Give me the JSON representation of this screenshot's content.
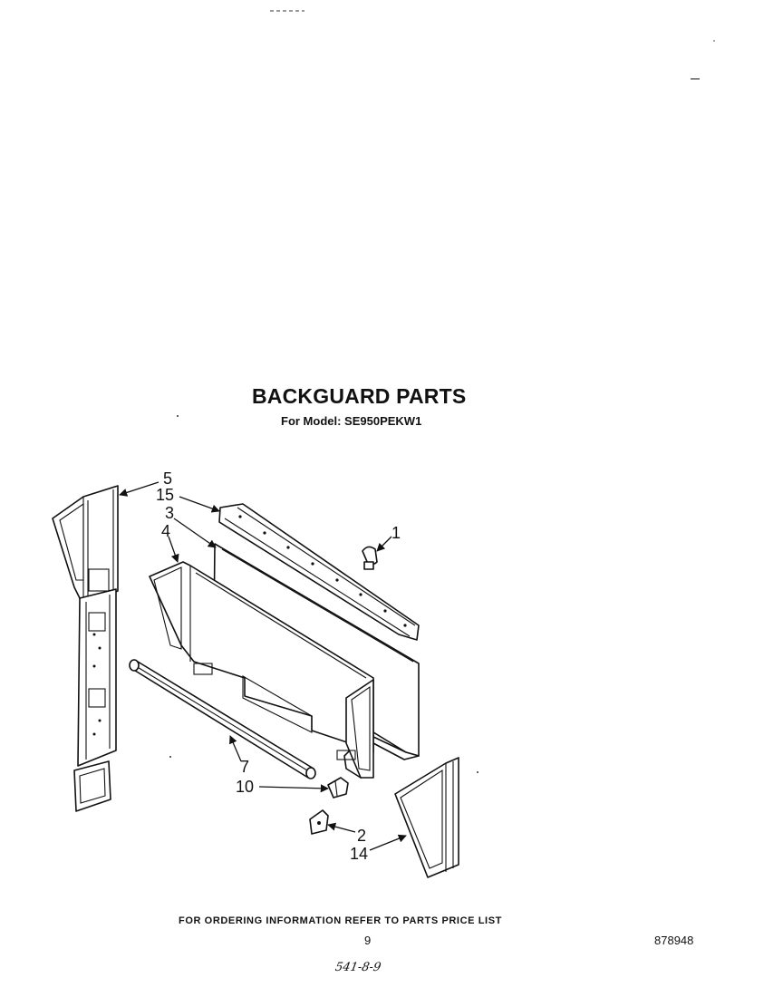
{
  "header": {
    "title": "BACKGUARD PARTS",
    "subtitle": "For Model: SE950PEKW1"
  },
  "callouts": {
    "c5": "5",
    "c15": "15",
    "c3": "3",
    "c4": "4",
    "c1": "1",
    "c7": "7",
    "c10": "10",
    "c2": "2",
    "c14": "14"
  },
  "footer": {
    "ordering_note": "FOR ORDERING INFORMATION REFER TO PARTS PRICE LIST",
    "page_number": "9",
    "document_number": "878948",
    "handwritten_note": "541-8-9"
  }
}
